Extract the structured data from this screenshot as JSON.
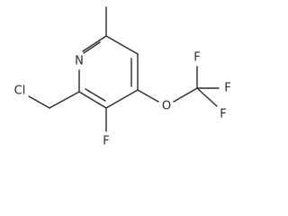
{
  "molecule": {
    "atoms": {
      "nitrogen": "N",
      "chlorine": "Cl",
      "fluorine_ring": "F",
      "oxygen": "O",
      "fluorine_1": "F",
      "fluorine_2": "F",
      "fluorine_3": "F"
    },
    "bond_color": "#2b2b2b"
  }
}
